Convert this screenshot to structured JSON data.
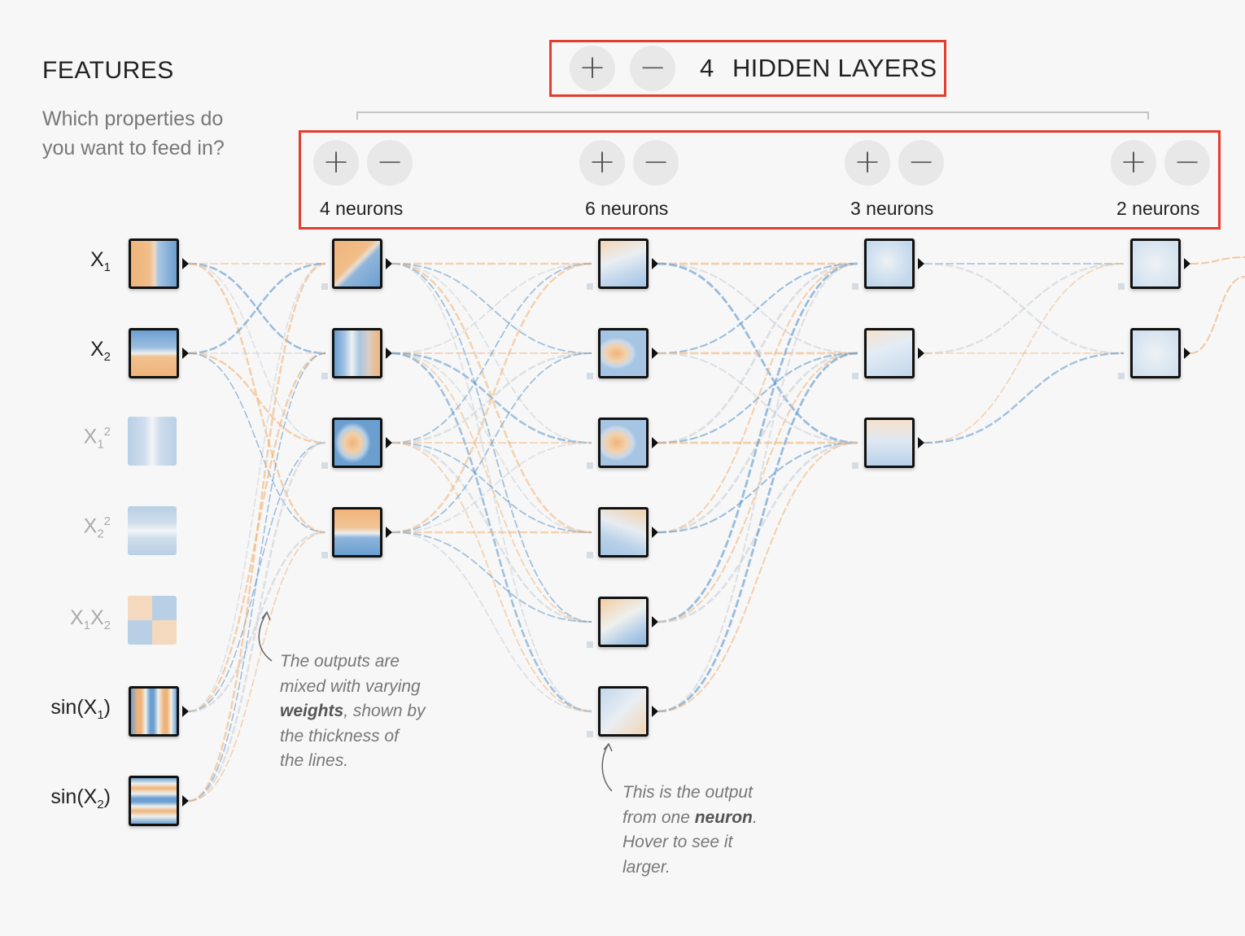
{
  "features": {
    "title": "FEATURES",
    "subtitle": "Which properties do you want to feed in?",
    "items": [
      {
        "label": "X",
        "sub": "1",
        "sup": "",
        "active": true,
        "pattern": "x1"
      },
      {
        "label": "X",
        "sub": "2",
        "sup": "",
        "active": true,
        "pattern": "x2"
      },
      {
        "label": "X",
        "sub": "1",
        "sup": "2",
        "active": false,
        "pattern": "x1sq"
      },
      {
        "label": "X",
        "sub": "2",
        "sup": "2",
        "active": false,
        "pattern": "x2sq"
      },
      {
        "label": "X",
        "sub": "1",
        "label2": "X",
        "sub2": "2",
        "active": false,
        "pattern": "x1x2"
      },
      {
        "label": "sin(X",
        "sub": "1",
        "tail": ")",
        "active": true,
        "pattern": "sinx1"
      },
      {
        "label": "sin(X",
        "sub": "2",
        "tail": ")",
        "active": true,
        "pattern": "sinx2"
      }
    ]
  },
  "hidden_layers": {
    "count": "4",
    "label": "HIDDEN LAYERS",
    "add_symbol": "+",
    "remove_symbol": "−"
  },
  "layers": [
    {
      "neurons_label": "4 neurons"
    },
    {
      "neurons_label": "6 neurons"
    },
    {
      "neurons_label": "3 neurons"
    },
    {
      "neurons_label": "2 neurons"
    }
  ],
  "annotations": {
    "weights": {
      "l1": "The outputs are",
      "l2": "mixed with varying",
      "l3_bold": "weights",
      "l3_rest": ", shown by",
      "l4": "the thickness of",
      "l5": "the lines."
    },
    "neuron": {
      "l1": "This is the output",
      "l2_pre": "from one ",
      "l2_bold": "neuron",
      "l2_post": ".",
      "l3": "Hover to see it",
      "l4": "larger."
    }
  },
  "colors": {
    "positive": "#f0b47a",
    "negative": "#5b95c9",
    "highlight_border": "#e23d2d"
  }
}
